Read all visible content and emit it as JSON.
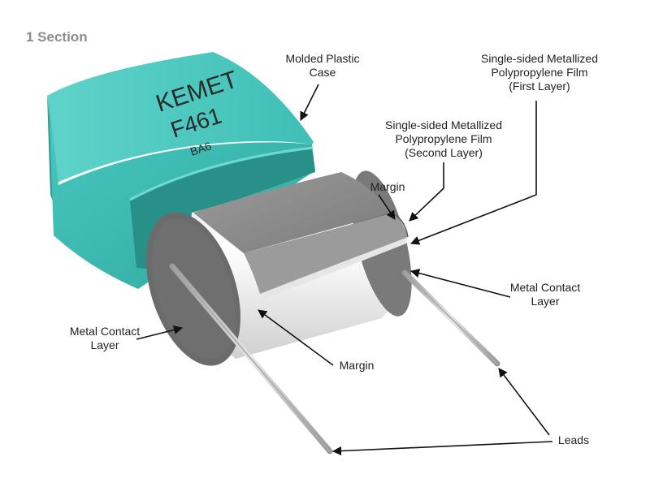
{
  "title": "1 Section",
  "labels": {
    "case": "Molded Plastic\nCase",
    "film_first": "Single-sided Metallized\nPolypropylene Film\n(First Layer)",
    "film_second": "Single-sided Metallized\nPolypropylene Film\n(Second Layer)",
    "margin_top": "Margin",
    "contact_right": "Metal Contact\nLayer",
    "contact_left": "Metal Contact\nLayer",
    "margin_bottom": "Margin",
    "leads": "Leads"
  },
  "case_marking": {
    "brand": "KEMET",
    "model": "F461",
    "code": "BA6"
  },
  "colors": {
    "case": "#3fbfb6",
    "case_dark": "#2a9d95",
    "film": "#8a8a8a",
    "contact": "#6b6b6b",
    "winding": "#eeeeee",
    "lead": "#b9b9b9",
    "title": "#8c8c8c"
  }
}
